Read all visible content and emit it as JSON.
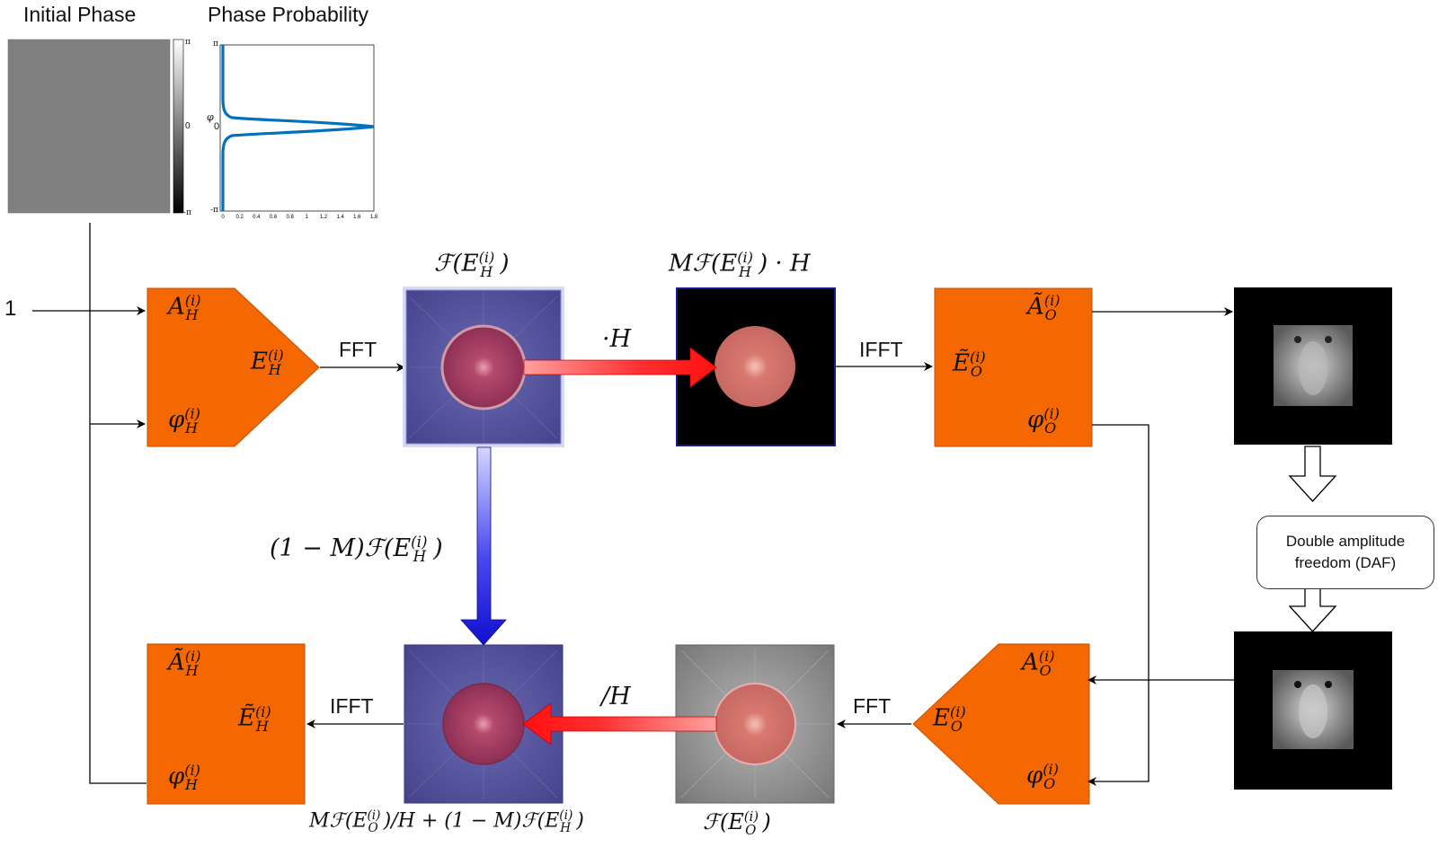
{
  "header": {
    "initial_phase_title": "Initial Phase",
    "phase_probability_title": "Phase Probability"
  },
  "colorbar_ticks": [
    "π",
    "0",
    "-π"
  ],
  "prob_plot": {
    "y_label": "φ",
    "y_ticks": [
      "π",
      "0",
      "-π"
    ],
    "x_ticks": [
      "0",
      "0.2",
      "0.4",
      "0.6",
      "0.8",
      "1",
      "1.2",
      "1.4",
      "1.6",
      "1.8"
    ]
  },
  "input_label": "1",
  "ops": {
    "fft_top": "FFT",
    "ifft_top": "IFFT",
    "fft_bottom": "FFT",
    "ifft_bottom": "IFFT"
  },
  "blocks": {
    "source_top": {
      "A": "A",
      "E": "E",
      "phi": "φ",
      "sub": "H",
      "sup": "(i)"
    },
    "output_top": {
      "A": "Ã",
      "E": "Ẽ",
      "phi": "φ",
      "sub": "O",
      "sup": "(i)"
    },
    "source_bottom": {
      "A": "A",
      "E": "E",
      "phi": "φ",
      "sub": "O",
      "sup": "(i)"
    },
    "output_bottom": {
      "A": "Ã",
      "E": "Ẽ",
      "phi": "φ",
      "sub": "H",
      "sup": "(i)"
    }
  },
  "formulas": {
    "f_eh_top": {
      "pre": "ℱ(E",
      "sub": "H",
      "sup": "(i)",
      "post": ")"
    },
    "mf_eh_h": {
      "pre": "Mℱ(E",
      "sub": "H",
      "sup": "(i)",
      "post": ") · H"
    },
    "times_h": "·H",
    "div_h": "/H",
    "one_minus_m": {
      "pre": "(1 − M)ℱ(E",
      "sub": "H",
      "sup": "(i)",
      "post": ")"
    },
    "combined": {
      "p1": "Mℱ(E",
      "s1": "O",
      "u1": "(i)",
      "p2": ")/H + (1 − M)ℱ(E",
      "s2": "H",
      "u2": "(i)",
      "p3": ")"
    },
    "f_eo": {
      "pre": "ℱ(E",
      "sub": "O",
      "sup": "(i)",
      "post": ")"
    }
  },
  "daf": {
    "line1": "Double amplitude",
    "line2": "freedom (DAF)"
  },
  "colors": {
    "block_orange": "#f56700",
    "block_border": "#c44f00",
    "spectrum_blue": "#4d4b95",
    "pupil_red": "#c04a6a",
    "arrow_red": "#ff1a1a",
    "arrow_blue": "#1a1ad6",
    "curve_blue": "#0072bd"
  }
}
